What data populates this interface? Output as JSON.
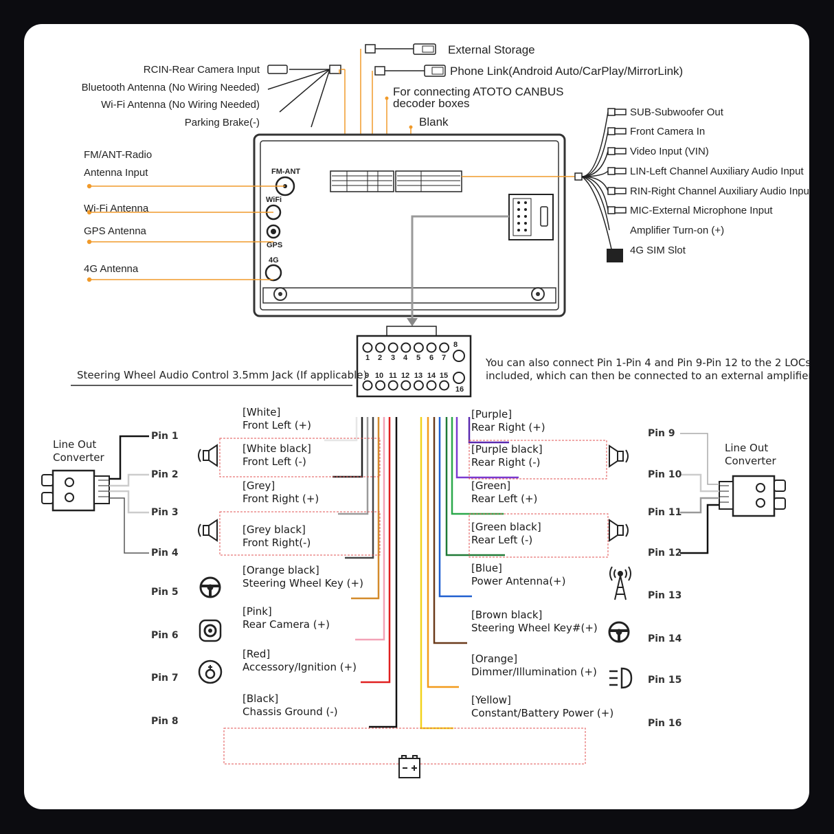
{
  "top": {
    "external_storage": "External Storage",
    "phone_link": "Phone Link(Android Auto/CarPlay/MirrorLink)",
    "canbus_1": "For connecting ATOTO CANBUS",
    "canbus_2": "decoder boxes",
    "blank": "Blank",
    "rcin": "RCIN-Rear Camera Input",
    "bt_antenna": "Bluetooth Antenna (No Wiring Needed)",
    "wifi_antenna_top": "Wi-Fi Antenna (No Wiring Needed)",
    "parking_brake": "Parking Brake(-)"
  },
  "left_inputs": {
    "fm_1": "FM/ANT-Radio",
    "fm_2": "Antenna Input",
    "wifi": "Wi-Fi Antenna",
    "gps": "GPS Antenna",
    "g4": "4G Antenna"
  },
  "unit_labels": {
    "fm_ant": "FM-ANT",
    "wifi": "WiFi",
    "gps": "GPS",
    "g4": "4G"
  },
  "right_outputs": [
    "SUB-Subwoofer Out",
    "Front Camera In",
    "Video Input (VIN)",
    "LIN-Left Channel Auxiliary Audio Input",
    "RIN-Right Channel Auxiliary Audio Input",
    "MIC-External Microphone Input",
    "Amplifier Turn-on (+)",
    "4G SIM Slot"
  ],
  "connector": {
    "top_pins": [
      "1",
      "2",
      "3",
      "4",
      "5",
      "6",
      "7",
      "8"
    ],
    "bottom_pins": [
      "9",
      "10",
      "11",
      "12",
      "13",
      "14",
      "15",
      "16"
    ]
  },
  "steering_jack": "Steering Wheel Audio Control 3.5mm Jack (If applicable)",
  "loc_note_1": "You can also connect Pin 1-Pin 4 and Pin 9-Pin 12 to the 2 LOCs",
  "loc_note_2": "included, which can then be connected to an external amplifier.",
  "line_out_left_1": "Line Out",
  "line_out_left_2": "Converter",
  "line_out_right_1": "Line Out",
  "line_out_right_2": "Converter",
  "left_pins": [
    {
      "pin": "Pin 1",
      "color": "[White]",
      "func": "Front Left (+)",
      "hex": "#e6e6e6"
    },
    {
      "pin": "Pin 2",
      "color": "[White black]",
      "func": "Front Left (-)",
      "hex": "#222222"
    },
    {
      "pin": "Pin 3",
      "color": "[Grey]",
      "func": "Front Right (+)",
      "hex": "#9a9a9a"
    },
    {
      "pin": "Pin 4",
      "color": "[Grey black]",
      "func": "Front Right(-)",
      "hex": "#444444"
    },
    {
      "pin": "Pin 5",
      "color": "[Orange black]",
      "func": "Steering Wheel Key (+)",
      "hex": "#d38a2a"
    },
    {
      "pin": "Pin 6",
      "color": "[Pink]",
      "func": "Rear Camera (+)",
      "hex": "#f3a1b6"
    },
    {
      "pin": "Pin 7",
      "color": "[Red]",
      "func": "Accessory/Ignition (+)",
      "hex": "#e02020"
    },
    {
      "pin": "Pin 8",
      "color": "[Black]",
      "func": "Chassis Ground (-)",
      "hex": "#111111"
    }
  ],
  "right_pins": [
    {
      "pin": "Pin 9",
      "color": "[Purple]",
      "func": "Rear Right (+)",
      "hex": "#5a2ab0"
    },
    {
      "pin": "Pin 10",
      "color": "[Purple black]",
      "func": "Rear Right (-)",
      "hex": "#7a3ad0"
    },
    {
      "pin": "Pin 11",
      "color": "[Green]",
      "func": "Rear Left (+)",
      "hex": "#2aa84a"
    },
    {
      "pin": "Pin 12",
      "color": "[Green black]",
      "func": "Rear Left (-)",
      "hex": "#1f7a36"
    },
    {
      "pin": "Pin 13",
      "color": "[Blue]",
      "func": "Power Antenna(+)",
      "hex": "#1f5fd0"
    },
    {
      "pin": "Pin 14",
      "color": "[Brown black]",
      "func": "Steering Wheel Key#(+)",
      "hex": "#6a3a1a"
    },
    {
      "pin": "Pin 15",
      "color": "[Orange]",
      "func": "Dimmer/Illumination (+)",
      "hex": "#f29a1a"
    },
    {
      "pin": "Pin 16",
      "color": "[Yellow]",
      "func": "Constant/Battery Power (+)",
      "hex": "#f2d21a"
    }
  ],
  "accent": "#f09a2a"
}
